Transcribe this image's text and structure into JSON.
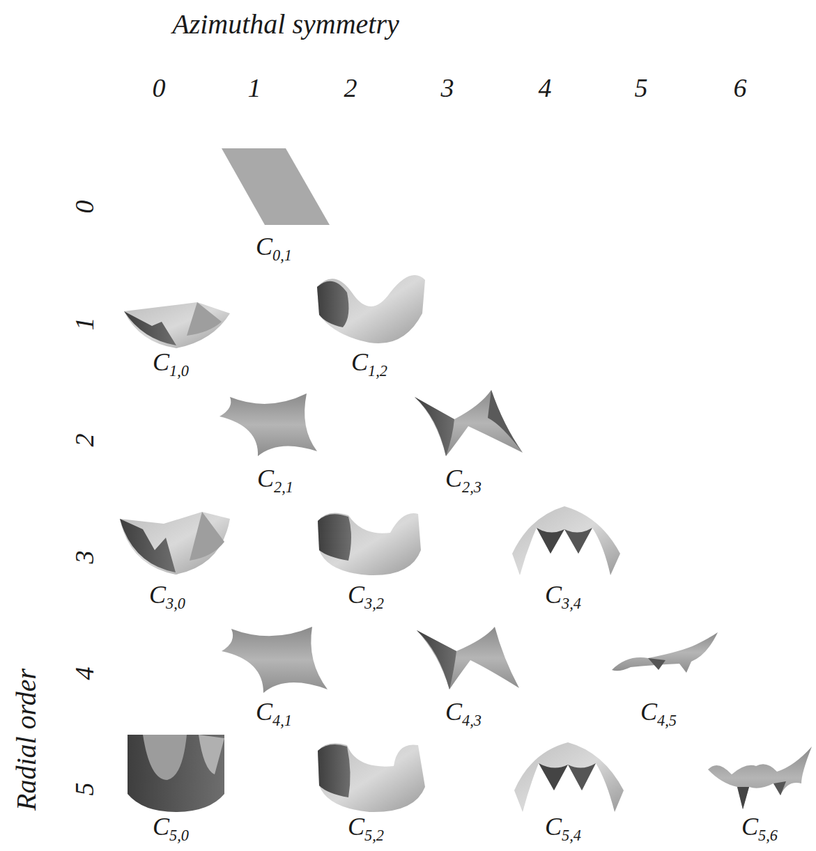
{
  "diagram": {
    "labels": [
      "Azimuthal symmetry",
      "0",
      "1",
      "2",
      "3",
      "4",
      "5",
      "6",
      "Radial order",
      "0",
      "1",
      "2",
      "3",
      "4",
      "5",
      "C0,1",
      "C1,0",
      "C1,2",
      "C2,1",
      "C2,3",
      "C3,0",
      "C3,2",
      "C3,4",
      "C4,1",
      "C4,3",
      "C4,5",
      "C5,0",
      "C5,2",
      "C5,4",
      "C5,6"
    ]
  }
}
